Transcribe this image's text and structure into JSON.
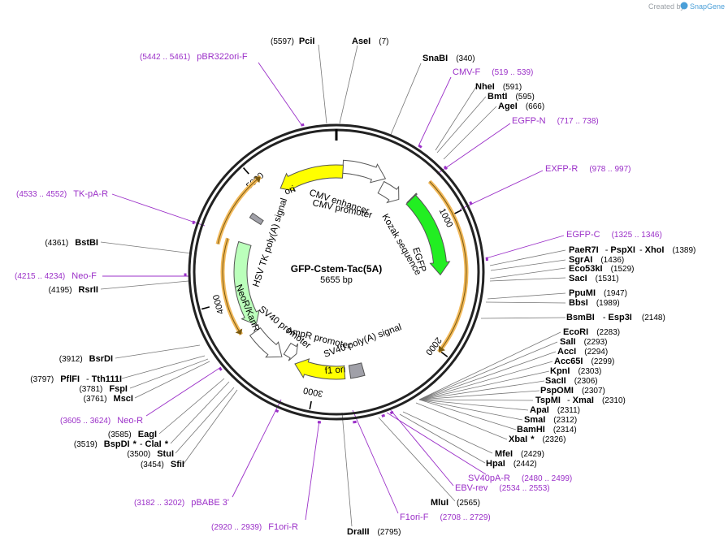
{
  "plasmid": {
    "name": "GFP-Cstem-Tac(5A)",
    "length": "5655 bp",
    "length_bp": 5655
  },
  "branding": {
    "created_by": "Created by",
    "product": "SnapGene"
  },
  "ticks": [
    "1000",
    "2000",
    "3000",
    "4000",
    "5000"
  ],
  "features": [
    {
      "name": "CMV enhancer",
      "start": 56,
      "end": 435,
      "color": "#ffffff",
      "strand": "+"
    },
    {
      "name": "CMV promoter",
      "start": 436,
      "end": 638,
      "color": "#ffffff",
      "strand": "+"
    },
    {
      "name": "Kozak sequence",
      "start": 713,
      "end": 722,
      "color": "#888888",
      "strand": "none"
    },
    {
      "name": "EGFP",
      "start": 719,
      "end": 1438,
      "color": "#22ee22",
      "strand": "+"
    },
    {
      "name": "SV40 poly(A) signal",
      "start": 2586,
      "end": 2707,
      "color": "#a0a0a8",
      "strand": "none"
    },
    {
      "name": "f1 ori",
      "start": 2754,
      "end": 3209,
      "color": "#ffff00",
      "strand": "+"
    },
    {
      "name": "AmpR promoter",
      "start": 3236,
      "end": 3340,
      "color": "#ffffff",
      "strand": "-"
    },
    {
      "name": "SV40 promoter",
      "start": 3342,
      "end": 3671,
      "color": "#ffffff",
      "strand": "-"
    },
    {
      "name": "NeoR/KanR",
      "start": 3719,
      "end": 4513,
      "color": "#bbffbb",
      "strand": "-"
    },
    {
      "name": "HSV TK poly(A) signal",
      "start": 4747,
      "end": 4794,
      "color": "#a0a0a8",
      "strand": "none"
    },
    {
      "name": "ori",
      "start": 5125,
      "end": 5713,
      "color": "#ffff00",
      "strand": "-"
    }
  ],
  "orfs": [
    {
      "start": 719,
      "end": 2010,
      "strand": "+"
    },
    {
      "start": 3719,
      "end": 4513,
      "strand": "-"
    },
    {
      "start": 4450,
      "end": 5050,
      "strand": "+"
    }
  ],
  "primers": [
    {
      "name": "pBR322ori-F",
      "range": "(5442 .. 5461)"
    },
    {
      "name": "CMV-F",
      "range": "(519 .. 539)"
    },
    {
      "name": "EGFP-N",
      "range": "(717 .. 738)"
    },
    {
      "name": "EXFP-R",
      "range": "(978 .. 997)"
    },
    {
      "name": "EGFP-C",
      "range": "(1325 .. 1346)"
    },
    {
      "name": "TK-pA-R",
      "range": "(4533 .. 4552)"
    },
    {
      "name": "Neo-F",
      "range": "(4215 .. 4234)"
    },
    {
      "name": "Neo-R",
      "range": "(3605 .. 3624)"
    },
    {
      "name": "pBABE 3'",
      "range": "(3182 .. 3202)"
    },
    {
      "name": "F1ori-R",
      "range": "(2920 .. 2939)"
    },
    {
      "name": "F1ori-F",
      "range": "(2708 .. 2729)"
    },
    {
      "name": "EBV-rev",
      "range": "(2534 .. 2553)"
    },
    {
      "name": "SV40pA-R",
      "range": "(2480 .. 2499)"
    }
  ],
  "enzymes": {
    "PciI": {
      "name": "PciI",
      "pos": "(5597)"
    },
    "AseI": {
      "name": "AseI",
      "pos": "(7)"
    },
    "SnaBI": {
      "name": "SnaBI",
      "pos": "(340)"
    },
    "NheI": {
      "name": "NheI",
      "pos": "(591)"
    },
    "BmtI": {
      "name": "BmtI",
      "pos": "(595)"
    },
    "AgeI": {
      "name": "AgeI",
      "pos": "(666)"
    },
    "PaeR7I": {
      "name": "PaeR7I",
      "sep1": "-",
      "name2": "PspXI",
      "sep2": "-",
      "name3": "XhoI",
      "pos": "(1389)"
    },
    "SgrAI": {
      "name": "SgrAI",
      "pos": "(1436)"
    },
    "Eco53kI": {
      "name": "Eco53kI",
      "pos": "(1529)"
    },
    "SacI": {
      "name": "SacI",
      "pos": "(1531)"
    },
    "PpuMI": {
      "name": "PpuMI",
      "pos": "(1947)"
    },
    "BbsI": {
      "name": "BbsI",
      "pos": "(1989)"
    },
    "BsmBI": {
      "name": "BsmBI",
      "sep1": "-",
      "name2": "Esp3I",
      "pos": "(2148)"
    },
    "EcoRI": {
      "name": "EcoRI",
      "pos": "(2283)"
    },
    "SalI": {
      "name": "SalI",
      "pos": "(2293)"
    },
    "AccI": {
      "name": "AccI",
      "pos": "(2294)"
    },
    "Acc65I": {
      "name": "Acc65I",
      "pos": "(2299)"
    },
    "KpnI": {
      "name": "KpnI",
      "pos": "(2303)"
    },
    "SacII": {
      "name": "SacII",
      "pos": "(2306)"
    },
    "PspOMI": {
      "name": "PspOMI",
      "pos": "(2307)"
    },
    "TspMI": {
      "name": "TspMI",
      "sep1": "-",
      "name2": "XmaI",
      "pos": "(2310)"
    },
    "ApaI": {
      "name": "ApaI",
      "pos": "(2311)"
    },
    "SmaI": {
      "name": "SmaI",
      "pos": "(2312)"
    },
    "BamHI": {
      "name": "BamHI",
      "pos": "(2314)"
    },
    "XbaI": {
      "name": "XbaI",
      "star": "*",
      "pos": "(2326)"
    },
    "MfeI": {
      "name": "MfeI",
      "pos": "(2429)"
    },
    "HpaI": {
      "name": "HpaI",
      "pos": "(2442)"
    },
    "MluI": {
      "name": "MluI",
      "pos": "(2565)"
    },
    "DraIII": {
      "name": "DraIII",
      "pos": "(2795)"
    },
    "SfiI": {
      "name": "SfiI",
      "pos": "(3454)"
    },
    "StuI": {
      "name": "StuI",
      "pos": "(3500)"
    },
    "BspDI": {
      "name": "BspDI",
      "star": "*",
      "sep1": "-",
      "name2": "ClaI",
      "star2": "*",
      "pos": "(3519)"
    },
    "EagI": {
      "name": "EagI",
      "pos": "(3585)"
    },
    "MscI": {
      "name": "MscI",
      "pos": "(3761)"
    },
    "FspI": {
      "name": "FspI",
      "pos": "(3781)"
    },
    "PflFI": {
      "name": "PflFI",
      "sep1": "-",
      "name2": "Tth111I",
      "pos": "(3797)"
    },
    "BsrDI": {
      "name": "BsrDI",
      "pos": "(3912)"
    },
    "RsrII": {
      "name": "RsrII",
      "pos": "(4195)"
    },
    "BstBI": {
      "name": "BstBI",
      "pos": "(4361)"
    }
  }
}
